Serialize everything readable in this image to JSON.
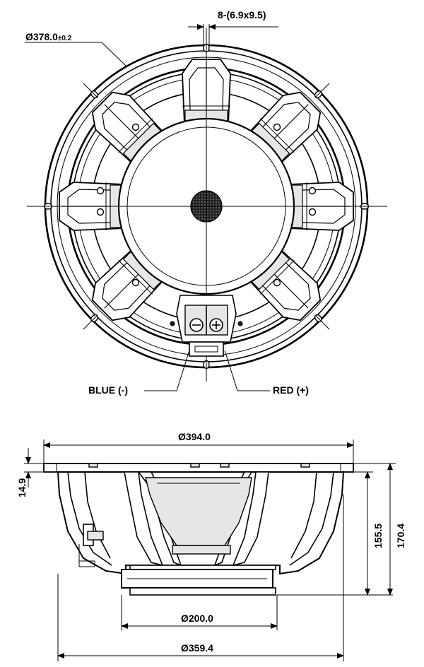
{
  "front_view": {
    "outer_diameter": "Ø378.0",
    "outer_tolerance": "±0.2",
    "mounting_holes": "8-(6.9x9.5)",
    "terminal_negative": "BLUE (-)",
    "terminal_positive": "RED (+)"
  },
  "side_view": {
    "overall_diameter": "Ø394.0",
    "flange_thickness": "14.9",
    "mounting_depth": "155.5",
    "overall_depth": "170.4",
    "magnet_diameter": "Ø200.0",
    "baffle_diameter": "Ø359.4"
  }
}
